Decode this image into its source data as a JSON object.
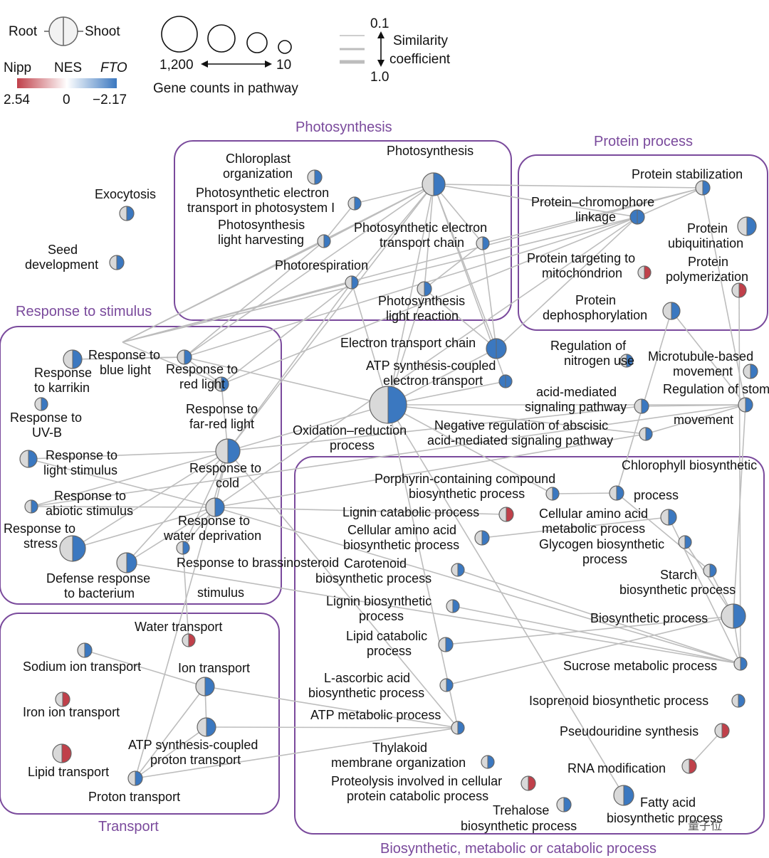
{
  "legend": {
    "root_label": "Root",
    "shoot_label": "Shoot",
    "nes_left": "Nipp",
    "nes_mid": "NES",
    "nes_right": "FTO",
    "nes_min": "2.54",
    "nes_zero": "0",
    "nes_max": "−2.17",
    "gene_max": "1,200",
    "gene_min": "10",
    "gene_caption": "Gene counts in pathway",
    "sim_top": "0.1",
    "sim_bottom": "1.0",
    "sim_line1": "Similarity",
    "sim_line2": "coefficient"
  },
  "groups": {
    "photosynthesis": "Photosynthesis",
    "protein": "Protein process",
    "stimulus": "Response to stimulus",
    "transport": "Transport",
    "biosynthetic": "Biosynthetic, metabolic or catabolic process"
  },
  "colors": {
    "group": "#7a4a9c",
    "blue": "#3b78c0",
    "red": "#c0404a",
    "grey": "#d9d9d9",
    "edge": "#bdbdbd"
  },
  "nodes": [
    {
      "id": "n1",
      "l1": "Exocytosis",
      "l2": ""
    },
    {
      "id": "n2",
      "l1": "Seed",
      "l2": "development"
    },
    {
      "id": "n3",
      "l1": "Chloroplast",
      "l2": "organization"
    },
    {
      "id": "n4",
      "l1": "Photosynthesis",
      "l2": ""
    },
    {
      "id": "n5",
      "l1": "Photosynthetic electron",
      "l2": "transport in photosystem I"
    },
    {
      "id": "n6",
      "l1": "Photosynthesis",
      "l2": "light harvesting"
    },
    {
      "id": "n7",
      "l1": "Photosynthetic electron",
      "l2": "transport chain"
    },
    {
      "id": "n8",
      "l1": "Photorespiration",
      "l2": ""
    },
    {
      "id": "n9",
      "l1": "Photosynthesis",
      "l2": "light reaction"
    },
    {
      "id": "n10",
      "l1": "Protein stabilization",
      "l2": ""
    },
    {
      "id": "n11",
      "l1": "Protein–chromophore",
      "l2": "linkage"
    },
    {
      "id": "n12",
      "l1": "Protein",
      "l2": "ubiquitination"
    },
    {
      "id": "n13",
      "l1": "Protein targeting to",
      "l2": "mitochondrion"
    },
    {
      "id": "n14",
      "l1": "Protein",
      "l2": "polymerization"
    },
    {
      "id": "n15",
      "l1": "Protein",
      "l2": "dephosphorylation"
    },
    {
      "id": "n16",
      "l1": "Electron transport chain",
      "l2": ""
    },
    {
      "id": "n17",
      "l1": "ATP synthesis-coupled",
      "l2": "electron transport"
    },
    {
      "id": "n18",
      "l1": "Oxidation–reduction",
      "l2": "process"
    },
    {
      "id": "n19",
      "l1": "Regulation of",
      "l2": "nitrogen use"
    },
    {
      "id": "n20",
      "l1": "acid-mediated",
      "l2": "signaling pathway"
    },
    {
      "id": "n21",
      "l1": "Microtubule-based",
      "l2": "movement"
    },
    {
      "id": "n22",
      "l1": "Regulation of stomatal",
      "l2": "movement"
    },
    {
      "id": "n23",
      "l1": "Negative regulation of abscisic",
      "l2": "acid-mediated signaling pathway"
    },
    {
      "id": "n24",
      "l1": "Response to",
      "l2": "blue light"
    },
    {
      "id": "n25",
      "l1": "Response",
      "l2": "to karrikin"
    },
    {
      "id": "n26",
      "l1": "Response to",
      "l2": "red light"
    },
    {
      "id": "n27",
      "l1": "Response to",
      "l2": "UV-B"
    },
    {
      "id": "n28",
      "l1": "Response to",
      "l2": "far-red light"
    },
    {
      "id": "n29",
      "l1": "Response to",
      "l2": "light stimulus"
    },
    {
      "id": "n30",
      "l1": "Response to",
      "l2": "cold"
    },
    {
      "id": "n31",
      "l1": "Response to",
      "l2": "abiotic stimulus"
    },
    {
      "id": "n32",
      "l1": "Response to",
      "l2": "water deprivation"
    },
    {
      "id": "n33",
      "l1": "Response to",
      "l2": "stress"
    },
    {
      "id": "n34",
      "l1": "Defense response",
      "l2": "to bacterium"
    },
    {
      "id": "n35",
      "l1": "Response to brassinosteroid",
      "l2": "stimulus"
    },
    {
      "id": "n36",
      "l1": "Water transport",
      "l2": ""
    },
    {
      "id": "n37",
      "l1": "Sodium ion transport",
      "l2": ""
    },
    {
      "id": "n38",
      "l1": "Ion transport",
      "l2": ""
    },
    {
      "id": "n39",
      "l1": "Iron ion transport",
      "l2": ""
    },
    {
      "id": "n40",
      "l1": "ATP synthesis-coupled",
      "l2": "proton transport"
    },
    {
      "id": "n41",
      "l1": "Lipid transport",
      "l2": ""
    },
    {
      "id": "n42",
      "l1": "Proton transport",
      "l2": ""
    },
    {
      "id": "n43",
      "l1": "Porphyrin-containing compound",
      "l2": "biosynthetic process"
    },
    {
      "id": "n44",
      "l1": "Chlorophyll biosynthetic",
      "l2": "process"
    },
    {
      "id": "n45",
      "l1": "Lignin catabolic process",
      "l2": ""
    },
    {
      "id": "n46",
      "l1": "Cellular amino acid",
      "l2": "biosynthetic process"
    },
    {
      "id": "n47",
      "l1": "Cellular amino acid",
      "l2": "metabolic process"
    },
    {
      "id": "n48",
      "l1": "Glycogen biosynthetic",
      "l2": "process"
    },
    {
      "id": "n49",
      "l1": "Carotenoid",
      "l2": "biosynthetic process"
    },
    {
      "id": "n50",
      "l1": "Starch",
      "l2": "biosynthetic process"
    },
    {
      "id": "n51",
      "l1": "Lignin biosynthetic",
      "l2": "process"
    },
    {
      "id": "n52",
      "l1": "Biosynthetic process",
      "l2": ""
    },
    {
      "id": "n53",
      "l1": "Lipid catabolic",
      "l2": "process"
    },
    {
      "id": "n54",
      "l1": "Sucrose metabolic process",
      "l2": ""
    },
    {
      "id": "n55",
      "l1": "L-ascorbic acid",
      "l2": "biosynthetic process"
    },
    {
      "id": "n56",
      "l1": "Isoprenoid biosynthetic process",
      "l2": ""
    },
    {
      "id": "n57",
      "l1": "ATP metabolic process",
      "l2": ""
    },
    {
      "id": "n58",
      "l1": "Pseudouridine synthesis",
      "l2": ""
    },
    {
      "id": "n59",
      "l1": "Thylakoid",
      "l2": "membrane organization"
    },
    {
      "id": "n60",
      "l1": "RNA modification",
      "l2": ""
    },
    {
      "id": "n61",
      "l1": "Proteolysis involved in cellular",
      "l2": "protein catabolic process"
    },
    {
      "id": "n62",
      "l1": "Trehalose",
      "l2": "biosynthetic process"
    },
    {
      "id": "n63",
      "l1": "Fatty acid",
      "l2": "biosynthetic process"
    }
  ],
  "watermark": "量子位"
}
